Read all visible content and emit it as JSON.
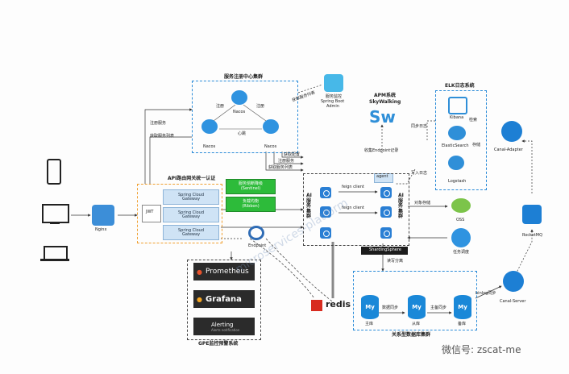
{
  "diagram": {
    "nodes": {
      "registry_title": "服务注册中心集群",
      "nacos_top": "Nacos",
      "nacos_left": "Nacos",
      "nacos_right": "Nacos",
      "register_label": "注册",
      "heartbeat_label": "心跳",
      "notify_label": "注册",
      "sba_line1": "服务监控",
      "sba_line2": "Spring Boot",
      "sba_line3": "Admin",
      "sba_edge": "获取服务列表",
      "apm_title_line1": "APM系统",
      "apm_title_line2": "SkyWalking",
      "sw_logo": "Sw",
      "agent_label": "agent",
      "collect_endpoint": "收集Endpoint记录",
      "elk_title": "ELK日志系统",
      "kibana": "Kibana",
      "es": "ElasticSearch",
      "logstash": "Logstash",
      "search_label": "检索",
      "sync_label": "同步日志",
      "write_label": "写入日志",
      "store_label": "存储",
      "canal_adapter": "Canal-Adapter",
      "rocketmq": "RocketMQ",
      "canal_server": "Canal-Server",
      "binlog_label": "binlog同步",
      "gateway_title": "API路由网关统一认证",
      "jwt": "JWT",
      "gw1_line1": "Spring Cloud",
      "gw1_line2": "Gateway",
      "gw2_line1": "Spring Cloud",
      "gw2_line2": "Gateway",
      "gw3_line1": "Spring Cloud",
      "gw3_line2": "Gateway",
      "hystrix_line1": "服务熔断降级",
      "hystrix_line2": "(Sentinel)",
      "ribbon_line1": "负载均衡",
      "ribbon_line2": "(Ribbon)",
      "nginx": "Nginx",
      "register_report": "注册服务",
      "fetch_list": "获取服务列表",
      "get_config": "获取配置",
      "register_service": "注册服务",
      "fetch_service": "获取服务列表",
      "ai_left": "AI服务集群",
      "ai_right": "AI服务集群",
      "feign1": "feign client",
      "feign2": "feign client",
      "file_storage": "对象存储",
      "oss": "OSS",
      "task_schedule": "任务调度",
      "sharding": "ShardingSphere",
      "rw_split": "读写分离",
      "endpoint": "Endpoint",
      "prometheus": "Prometheus",
      "grafana": "Grafana",
      "alerting": "Alerting",
      "alerting_sub": "Alerts notification",
      "monitor_title": "GPE监控预警系统",
      "redis": "redis",
      "db_title": "关系型数据库集群",
      "db_master": "主库",
      "db_slave1": "从库",
      "db_slave2": "备库",
      "data_sync": "数据同步",
      "master_slave_sync": "主备同步",
      "mysql_label": "My",
      "watermark": "microservices-platform",
      "wechat": "微信号: zscat-me"
    }
  }
}
